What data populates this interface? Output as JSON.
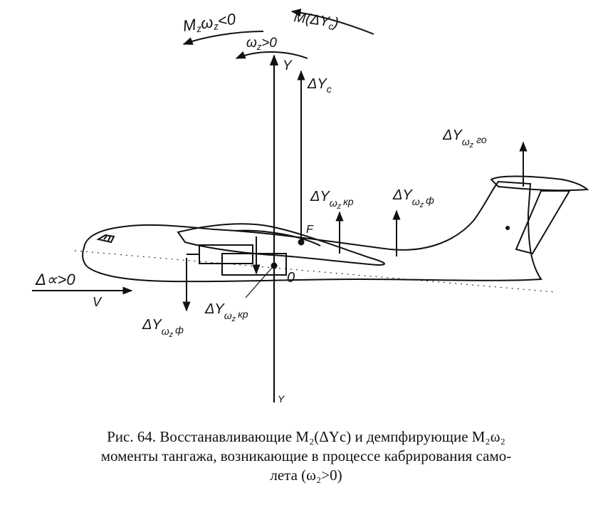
{
  "figure": {
    "labels": {
      "moment_damping": "M",
      "moment_damping_sub": "z",
      "moment_damping_rest": "ω",
      "moment_damping_rest_sub": "z",
      "moment_damping_cond": "<0",
      "moment_restoring": "M",
      "moment_restoring_rest": "(ΔY",
      "moment_restoring_sub": "c",
      "moment_restoring_close": ")",
      "omega_main": "ω",
      "omega_main_sub": "z",
      "omega_main_cond": ">0",
      "axis_y": "Y",
      "axis_y_bottom": "Y",
      "delta_yc": "ΔY",
      "delta_yc_sub": "c",
      "tail_force": "ΔY",
      "tail_force_sub": "ω",
      "tail_force_sub2": "z",
      "tail_force_sub3": "го",
      "wing_force": "ΔY",
      "wing_force_sub": "ω",
      "wing_force_sub2": "z",
      "wing_force_sub3": "кр",
      "fus_force": "ΔY",
      "fus_force_sub": "ω",
      "fus_force_sub2": "z",
      "fus_force_sub3": "ф",
      "point_f": "F",
      "point_o": "0",
      "alpha": "Δ∝>0",
      "velocity": "V",
      "wing_force2": "ΔY",
      "wing_force2_sub": "ω",
      "wing_force2_sub2": "z",
      "wing_force2_sub3": "кр",
      "fus_force2": "ΔY",
      "fus_force2_sub": "ω",
      "fus_force2_sub2": "z",
      "fus_force2_sub3": "ф"
    }
  },
  "caption": {
    "line1": "Рис. 64. Восстанавливающие  M₂(ΔYс)  и демпфирующие M₂ω₂",
    "line2": "моменты тангажа, возникающие в процессе кабрирования само-",
    "line3": "лета  (ω₂>0)"
  }
}
